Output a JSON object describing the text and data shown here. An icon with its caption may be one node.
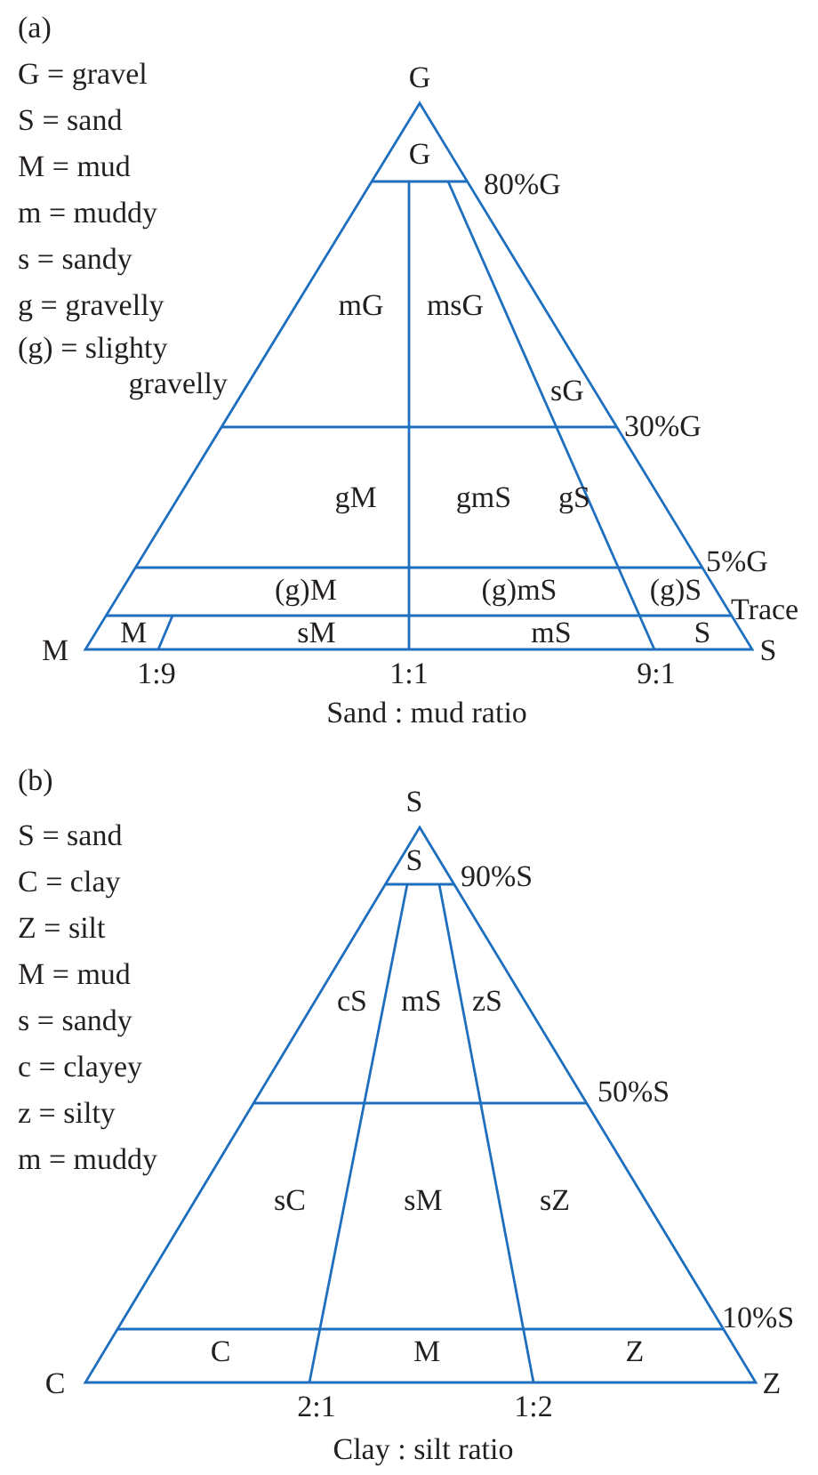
{
  "diagram": {
    "labels": [
      "(a)",
      "G = gravel",
      "S = sand",
      "M = mud",
      "m = muddy",
      "s = sandy",
      "g = gravelly",
      "(g) = slighty gravelly",
      "G",
      "G",
      "80%G",
      "mG",
      "msG",
      "sG",
      "30%G",
      "gM",
      "gmS",
      "gS",
      "5%G",
      "(g)M",
      "(g)mS",
      "(g)S",
      "Trace",
      "M",
      "M",
      "sM",
      "mS",
      "S",
      "S",
      "1:9",
      "1:1",
      "9:1",
      "Sand : mud ratio",
      "(b)",
      "S = sand",
      "C = clay",
      "Z = silt",
      "M = mud",
      "s = sandy",
      "c = clayey",
      "z = silty",
      "m = muddy",
      "S",
      "S",
      "90%S",
      "cS",
      "mS",
      "zS",
      "50%S",
      "sC",
      "sM",
      "sZ",
      "10%S",
      "C",
      "M",
      "Z",
      "C",
      "Z",
      "2:1",
      "1:2",
      "Clay : silt ratio"
    ]
  }
}
